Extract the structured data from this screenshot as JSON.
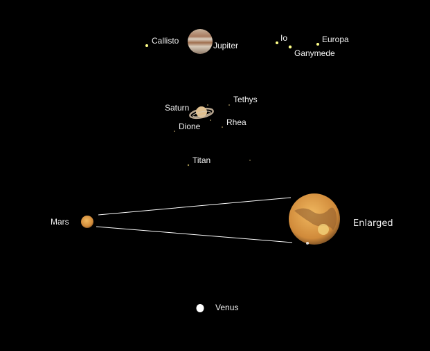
{
  "jupiter_system": {
    "planet": "Jupiter",
    "moons": [
      "Callisto",
      "Io",
      "Ganymede",
      "Europa"
    ]
  },
  "saturn_system": {
    "planet": "Saturn",
    "moons": [
      "Tethys",
      "Rhea",
      "Dione",
      "Titan"
    ]
  },
  "mars": {
    "label": "Mars",
    "enlarged_label": "Enlarged"
  },
  "venus": {
    "label": "Venus"
  },
  "colors": {
    "background": "#000000",
    "moon_dot": "#ffff88",
    "label": "#f2f2f2",
    "mars": "#d99a45"
  }
}
